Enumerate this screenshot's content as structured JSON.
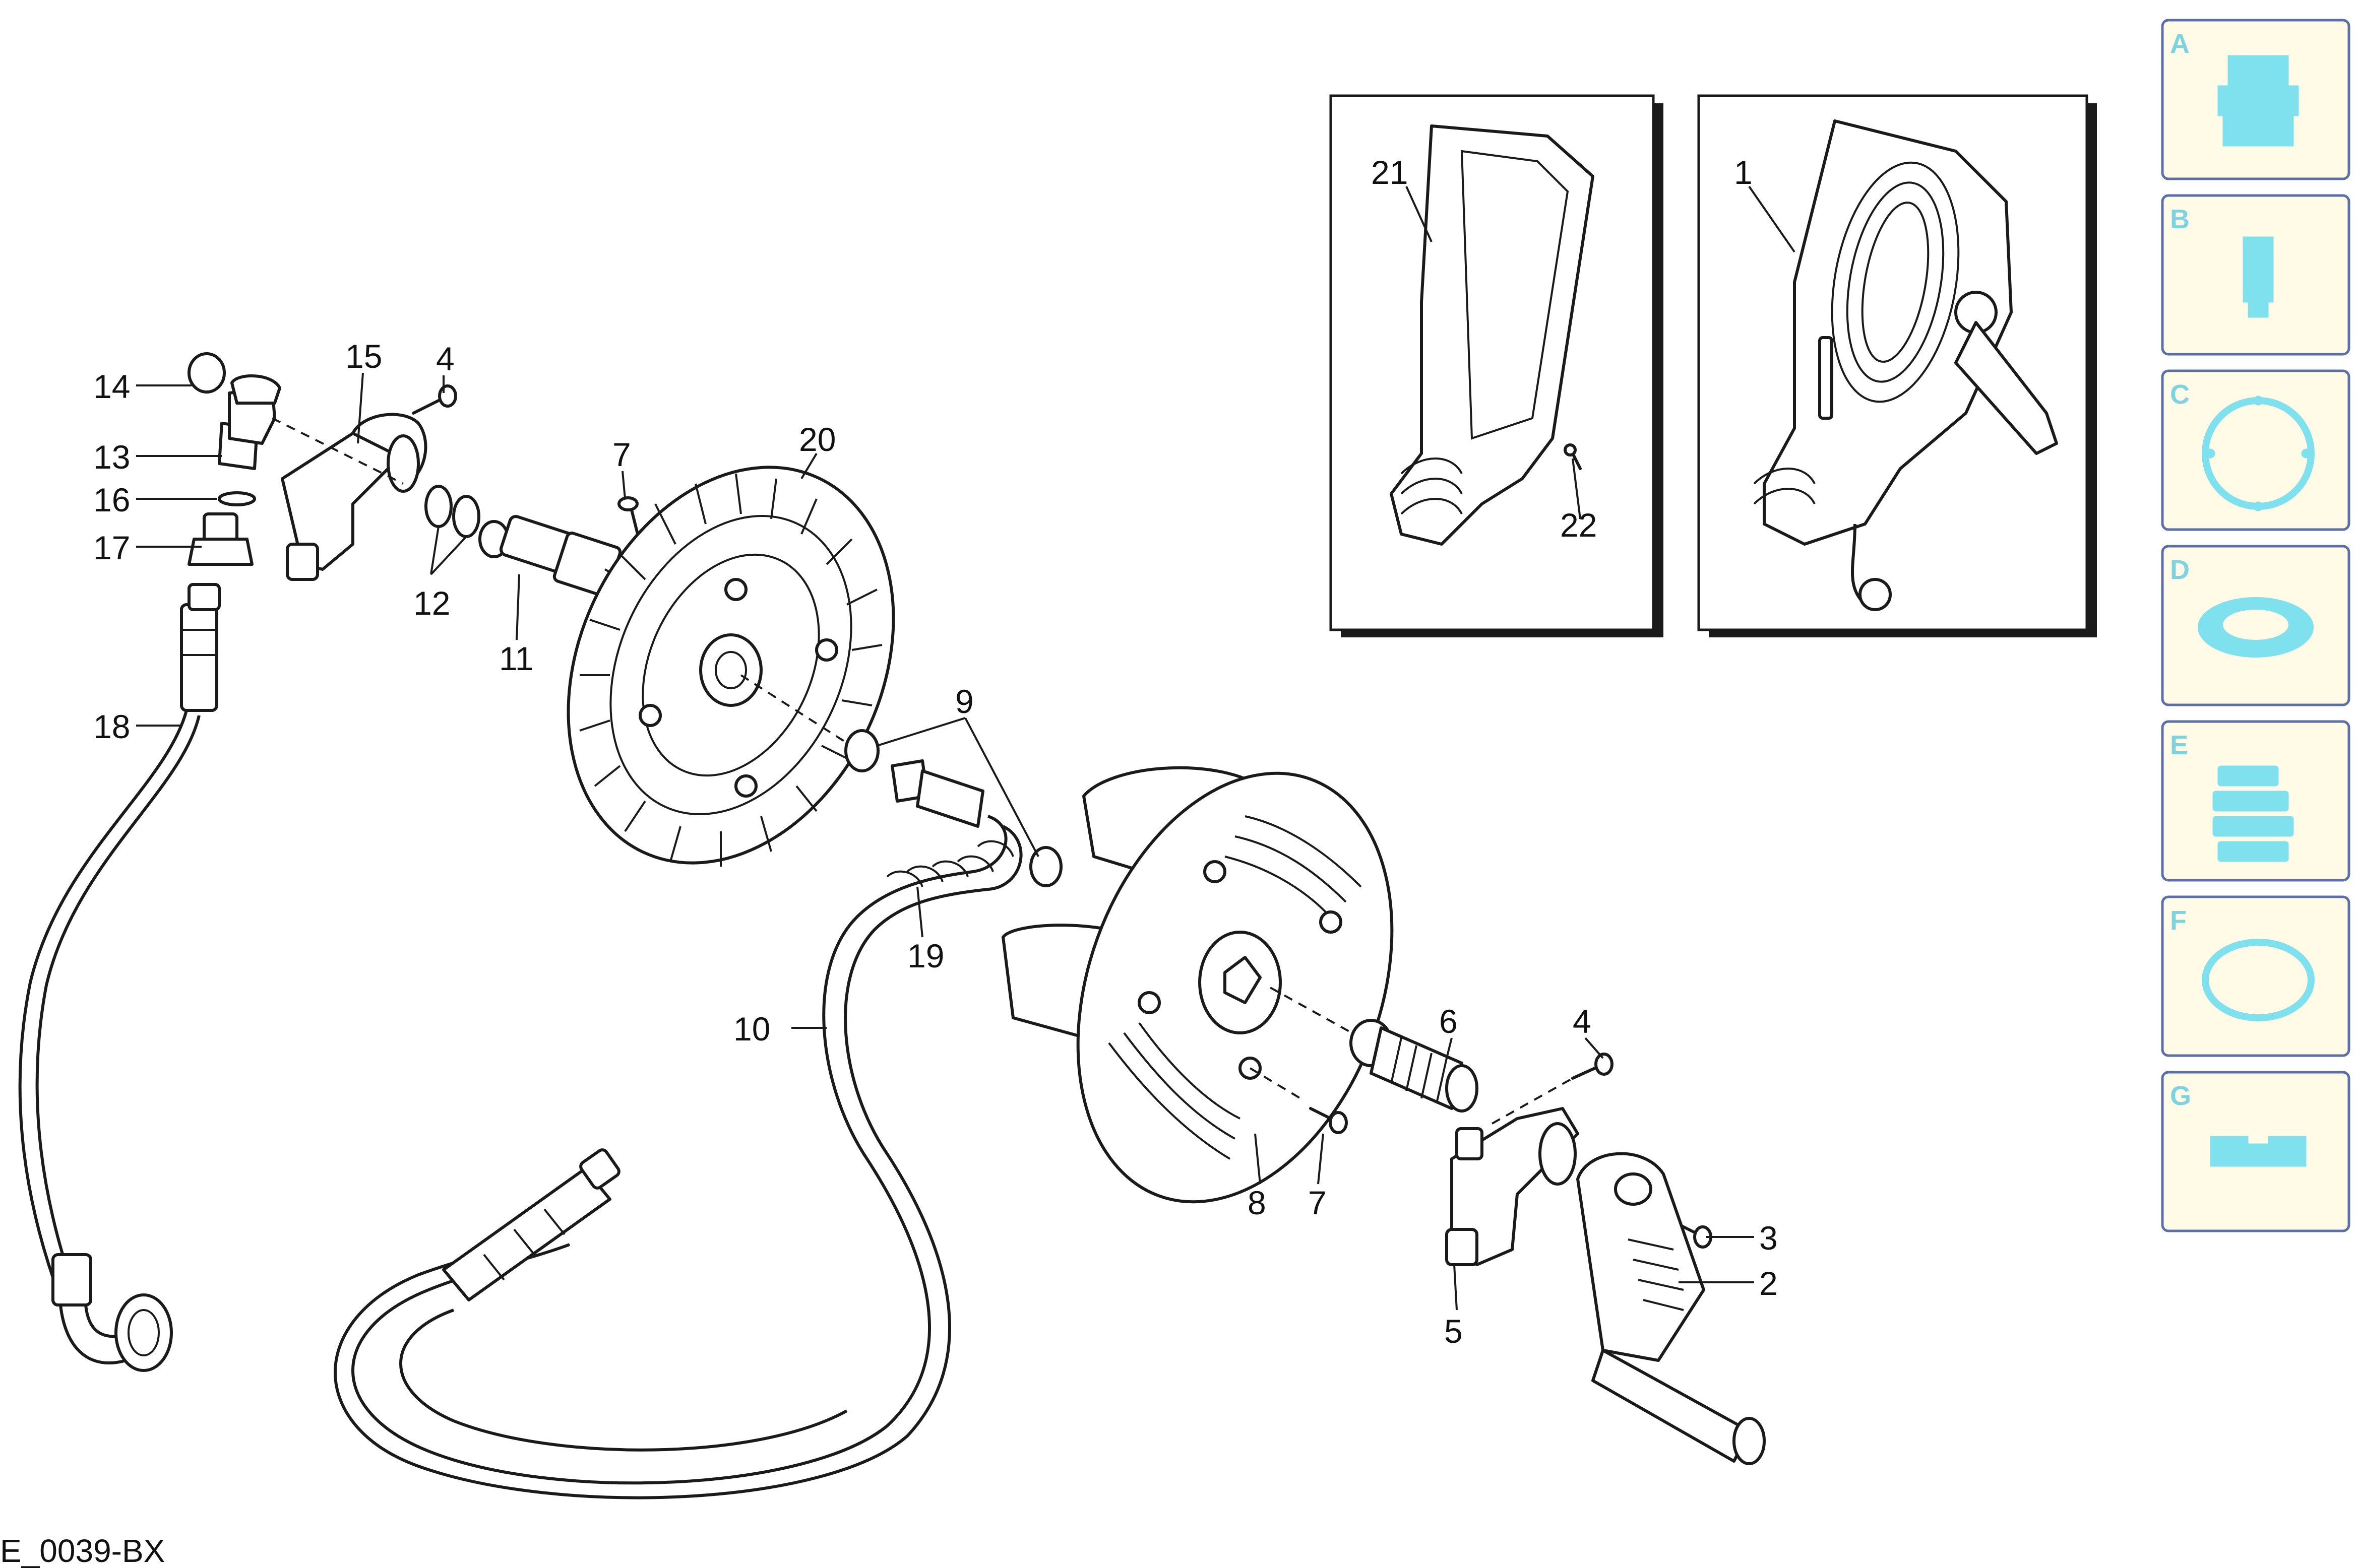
{
  "diagram_code": "E_0039-BX",
  "callouts": [
    {
      "id": "c14",
      "text": "14"
    },
    {
      "id": "c13",
      "text": "13"
    },
    {
      "id": "c16",
      "text": "16"
    },
    {
      "id": "c17",
      "text": "17"
    },
    {
      "id": "c18",
      "text": "18"
    },
    {
      "id": "c15",
      "text": "15"
    },
    {
      "id": "c4a",
      "text": "4"
    },
    {
      "id": "c12",
      "text": "12"
    },
    {
      "id": "c7a",
      "text": "7"
    },
    {
      "id": "c11",
      "text": "11"
    },
    {
      "id": "c20",
      "text": "20"
    },
    {
      "id": "c9",
      "text": "9"
    },
    {
      "id": "c19",
      "text": "19"
    },
    {
      "id": "c10",
      "text": "10"
    },
    {
      "id": "c6",
      "text": "6"
    },
    {
      "id": "c4b",
      "text": "4"
    },
    {
      "id": "c8",
      "text": "8"
    },
    {
      "id": "c7b",
      "text": "7"
    },
    {
      "id": "c3",
      "text": "3"
    },
    {
      "id": "c2",
      "text": "2"
    },
    {
      "id": "c5",
      "text": "5"
    },
    {
      "id": "c21",
      "text": "21"
    },
    {
      "id": "c22",
      "text": "22"
    },
    {
      "id": "c1",
      "text": "1"
    }
  ],
  "legend_tiles": [
    {
      "letter": "A",
      "icon": "coupling-icon"
    },
    {
      "letter": "B",
      "icon": "nozzle-icon"
    },
    {
      "letter": "C",
      "icon": "flat-gasket-icon"
    },
    {
      "letter": "D",
      "icon": "seal-ring-icon"
    },
    {
      "letter": "E",
      "icon": "ribbed-sleeve-icon"
    },
    {
      "letter": "F",
      "icon": "o-ring-icon"
    },
    {
      "letter": "G",
      "icon": "clip-icon"
    }
  ],
  "colors": {
    "tile_fill": "#fffbe6",
    "tile_border": "#5b6fa8",
    "tile_icon": "#7fe0ee",
    "line": "#1a1a1a"
  }
}
